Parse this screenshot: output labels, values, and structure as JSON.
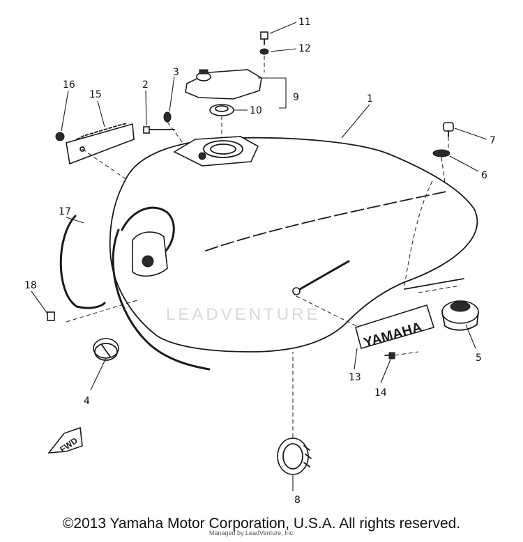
{
  "diagram": {
    "callouts": [
      "1",
      "2",
      "3",
      "4",
      "5",
      "6",
      "7",
      "8",
      "9",
      "10",
      "11",
      "12",
      "13",
      "14",
      "15",
      "16",
      "17",
      "18"
    ],
    "emblem_text": "YAMAHA",
    "fwd_marker": "FWD",
    "watermark": "LEADVENTURE",
    "copyright": "©2013 Yamaha Motor Corporation, U.S.A. All rights reserved.",
    "bottom_note": "Managed by LeadVenture, Inc."
  }
}
